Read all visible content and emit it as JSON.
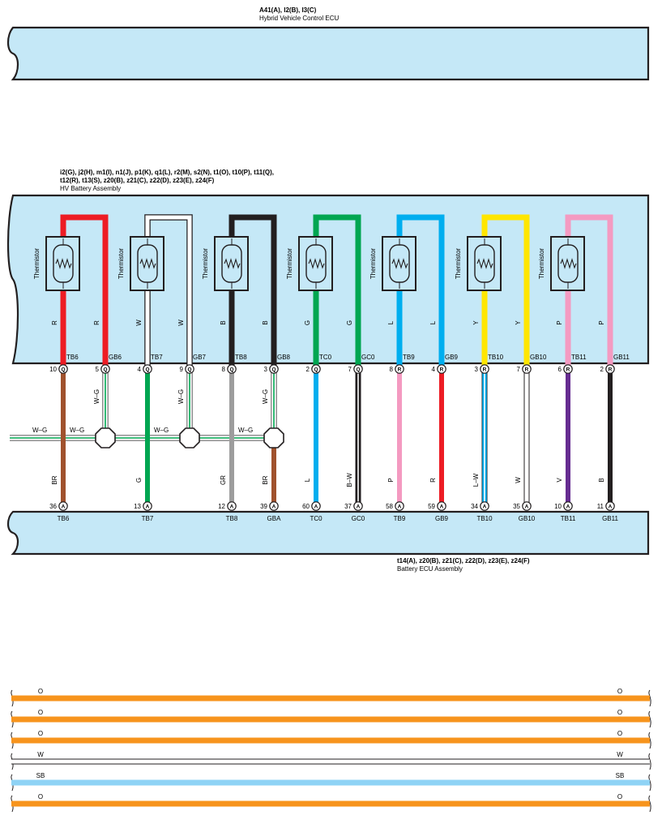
{
  "colors": {
    "component_fill": "#c5e8f7",
    "outline": "#231f20",
    "wire": {
      "R": "#ed1c24",
      "W": "#ffffff",
      "B": "#231f20",
      "G": "#00a651",
      "L": "#00aeef",
      "Y": "#ffe600",
      "P": "#f49ac1",
      "BR": "#a0522d",
      "GR": "#9d9d9d",
      "V": "#662d91",
      "O": "#f7941d",
      "SB": "#8fd3f5"
    }
  },
  "hv_ecu": {
    "connectors": "A41(A), I2(B), I3(C)",
    "name": "Hybrid Vehicle Control ECU"
  },
  "hv_battery": {
    "connectors_line1": "i2(G), j2(H), m1(I), n1(J), p1(K), q1(L), r2(M), s2(N), t1(O), t10(P), t11(Q),",
    "connectors_line2": "t12(R), t13(S), z20(B), z21(C), z22(D), z23(E), z24(F)",
    "name": "HV Battery Assembly",
    "thermistors": [
      {
        "label": "Thermistor",
        "color": "R",
        "wire_left": "R",
        "wire_right": "R",
        "pin_left": "TB6",
        "pin_right": "GB6",
        "num_left": "10",
        "conn_left": "Q",
        "num_right": "5",
        "conn_right": "Q"
      },
      {
        "label": "Thermistor",
        "color": "W",
        "wire_left": "W",
        "wire_right": "W",
        "pin_left": "TB7",
        "pin_right": "GB7",
        "num_left": "4",
        "conn_left": "Q",
        "num_right": "9",
        "conn_right": "Q"
      },
      {
        "label": "Thermistor",
        "color": "B",
        "wire_left": "B",
        "wire_right": "B",
        "pin_left": "TB8",
        "pin_right": "GB8",
        "num_left": "8",
        "conn_left": "Q",
        "num_right": "3",
        "conn_right": "Q"
      },
      {
        "label": "Thermistor",
        "color": "G",
        "wire_left": "G",
        "wire_right": "G",
        "pin_left": "TC0",
        "pin_right": "GC0",
        "num_left": "2",
        "conn_left": "Q",
        "num_right": "7",
        "conn_right": "Q"
      },
      {
        "label": "Thermistor",
        "color": "L",
        "wire_left": "L",
        "wire_right": "L",
        "pin_left": "TB9",
        "pin_right": "GB9",
        "num_left": "8",
        "conn_left": "R",
        "num_right": "4",
        "conn_right": "R"
      },
      {
        "label": "Thermistor",
        "color": "Y",
        "wire_left": "Y",
        "wire_right": "Y",
        "pin_left": "TB10",
        "pin_right": "GB10",
        "num_left": "3",
        "conn_left": "R",
        "num_right": "7",
        "conn_right": "R"
      },
      {
        "label": "Thermistor",
        "color": "P",
        "wire_left": "P",
        "wire_right": "P",
        "pin_left": "TB11",
        "pin_right": "GB11",
        "num_left": "6",
        "conn_left": "R",
        "num_right": "2",
        "conn_right": "R"
      }
    ]
  },
  "harness": {
    "wires": [
      {
        "color": "BR",
        "label": "BR"
      },
      {
        "color": "W-G",
        "label": "W–G"
      },
      {
        "color": "G",
        "label": "G"
      },
      {
        "color": "W-G",
        "label": "W–G"
      },
      {
        "color": "GR",
        "label": "GR"
      },
      {
        "color": "BR",
        "label": "BR"
      },
      {
        "color": "L",
        "label": "L"
      },
      {
        "color": "B-W",
        "label": "B–W"
      },
      {
        "color": "P",
        "label": "P"
      },
      {
        "color": "R",
        "label": "R"
      },
      {
        "color": "L-W",
        "label": "L–W"
      },
      {
        "color": "W",
        "label": "W"
      },
      {
        "color": "V",
        "label": "V"
      },
      {
        "color": "B",
        "label": "B"
      }
    ],
    "wg_short": "W–G",
    "wg_feed": "W–G"
  },
  "battery_ecu": {
    "connectors": "t14(A), z20(B), z21(C), z22(D), z23(E), z24(F)",
    "name": "Battery ECU Assembly",
    "pins": [
      {
        "num": "36",
        "conn": "A",
        "label": "TB6"
      },
      {
        "num": "13",
        "conn": "A",
        "label": "TB7"
      },
      {
        "num": "12",
        "conn": "A",
        "label": "TB8"
      },
      {
        "num": "39",
        "conn": "A",
        "label": "GBA"
      },
      {
        "num": "60",
        "conn": "A",
        "label": "TC0"
      },
      {
        "num": "37",
        "conn": "A",
        "label": "GC0"
      },
      {
        "num": "58",
        "conn": "A",
        "label": "TB9"
      },
      {
        "num": "59",
        "conn": "A",
        "label": "GB9"
      },
      {
        "num": "34",
        "conn": "A",
        "label": "TB10"
      },
      {
        "num": "35",
        "conn": "A",
        "label": "GB10"
      },
      {
        "num": "10",
        "conn": "A",
        "label": "TB11"
      },
      {
        "num": "11",
        "conn": "A",
        "label": "GB11"
      }
    ]
  },
  "bottom_lines": [
    {
      "color": "O",
      "label_left": "O",
      "label_right": "O"
    },
    {
      "color": "O",
      "label_left": "O",
      "label_right": "O"
    },
    {
      "color": "O",
      "label_left": "O",
      "label_right": "O"
    },
    {
      "color": "W",
      "label_left": "W",
      "label_right": "W"
    },
    {
      "color": "SB",
      "label_left": "SB",
      "label_right": "SB"
    },
    {
      "color": "O",
      "label_left": "O",
      "label_right": "O"
    }
  ]
}
